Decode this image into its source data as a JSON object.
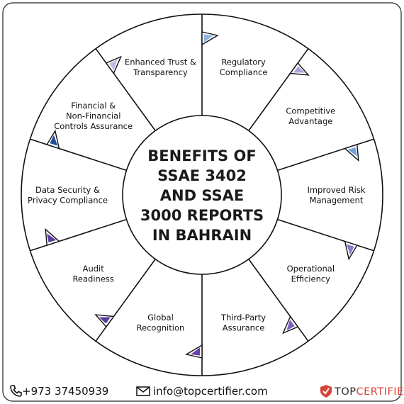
{
  "title_lines": [
    "BENEFITS OF",
    "SSAE 3402",
    "AND SSAE",
    "3000 REPORTS",
    "IN BAHRAIN"
  ],
  "segments": [
    {
      "lines": [
        "Regulatory",
        "Compliance"
      ],
      "marker_color": "#8fb5e0",
      "marker_dir": "right"
    },
    {
      "lines": [
        "Competitive",
        "Advantage"
      ],
      "marker_color": "#a9a3d6",
      "marker_dir": "down"
    },
    {
      "lines": [
        "Improved Risk",
        "Management"
      ],
      "marker_color": "#6fa0d8",
      "marker_dir": "left"
    },
    {
      "lines": [
        "Operational",
        "Efficiency"
      ],
      "marker_color": "#8a78c8",
      "marker_dir": "down"
    },
    {
      "lines": [
        "Third-Party",
        "Assurance"
      ],
      "marker_color": "#7a5fbf",
      "marker_dir": "up"
    },
    {
      "lines": [
        "Global",
        "Recognition"
      ],
      "marker_color": "#6a3fae",
      "marker_dir": "left"
    },
    {
      "lines": [
        "Audit",
        "Readiness"
      ],
      "marker_color": "#5a3aa0",
      "marker_dir": "up"
    },
    {
      "lines": [
        "Data Security &",
        "Privacy Compliance"
      ],
      "marker_color": "#5b3f9e",
      "marker_dir": "right"
    },
    {
      "lines": [
        "Financial &",
        "Non-Financial",
        "Controls Assurance"
      ],
      "marker_color": "#1f4f9a",
      "marker_dir": "up"
    },
    {
      "lines": [
        "Enhanced Trust &",
        "Transparency"
      ],
      "marker_color": "#b9bde6",
      "marker_dir": "left"
    }
  ],
  "footer": {
    "phone": "+973 37450939",
    "email": "info@topcertifier.com",
    "brand_part1": "TOP",
    "brand_part2": "CERTIFIER",
    "phone_icon": "phone-icon",
    "email_icon": "envelope-icon",
    "brand_icon": "shield-check-icon"
  },
  "colors": {
    "brand_dark": "#2b2b2b",
    "brand_accent": "#d9443a",
    "outline": "#111111"
  }
}
